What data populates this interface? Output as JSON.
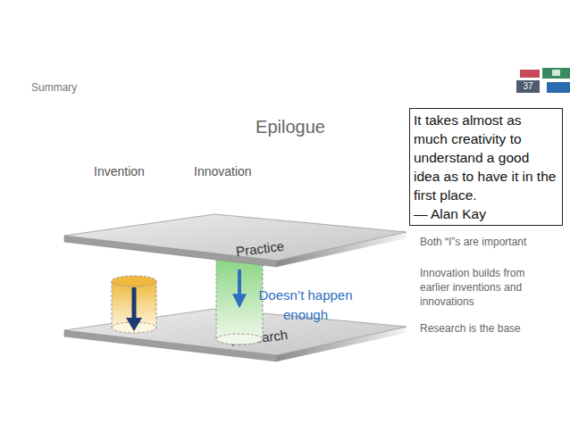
{
  "diagram": {
    "title": "Epilogue",
    "nodes": [
      {
        "text": [
          "It takes almost as much creativity to understand a good idea as to have it in the first place.",
          "— Alan Kay"
        ]
      },
      {
        "text": [
          "Practice"
        ]
      },
      {
        "text": [
          "Research"
        ]
      }
    ],
    "edges": [
      {
        "from": 1,
        "to": 2,
        "arrow": "to",
        "label": "Doesn’t happen enough"
      }
    ],
    "labels": [
      "Summary",
      "37",
      "Invention",
      "Innovation",
      "Both “I”s are important",
      "Innovation builds from earlier inventions and innovations",
      "Research is the base"
    ]
  }
}
